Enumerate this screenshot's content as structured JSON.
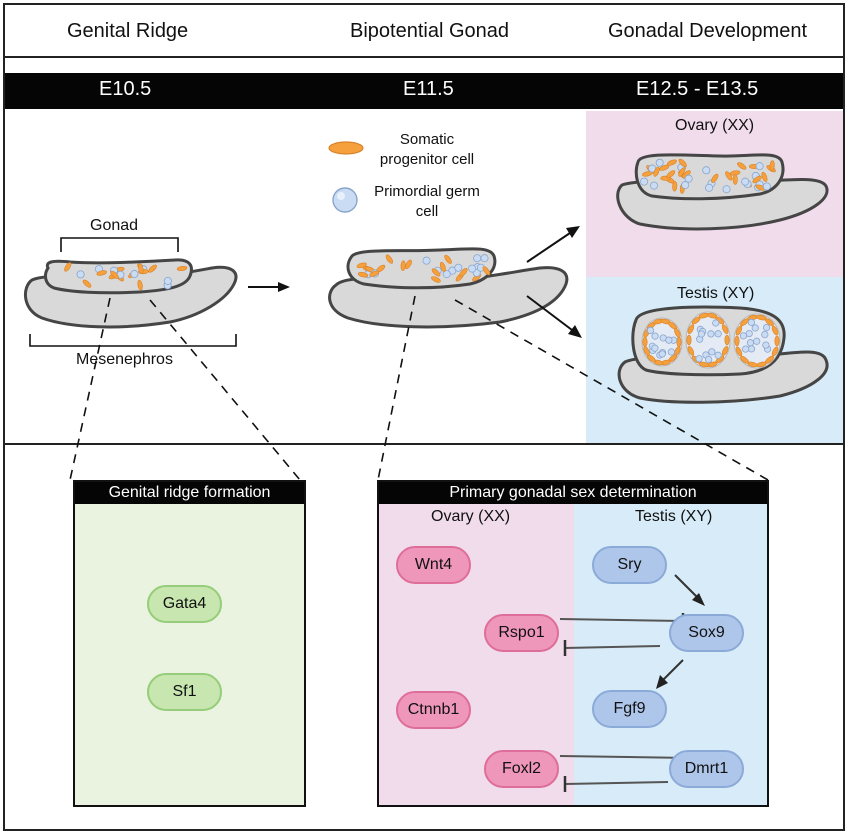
{
  "headers": {
    "genital_ridge": "Genital Ridge",
    "bipotential": "Bipotential Gonad",
    "gonadal_development": "Gonadal Development"
  },
  "stages": {
    "e10": "E10.5",
    "e11": "E11.5",
    "e12": "E12.5 - E13.5"
  },
  "labels": {
    "gonad": "Gonad",
    "mesonephros": "Mesenephros",
    "ovary": "Ovary (XX)",
    "testis": "Testis (XY)"
  },
  "legend": {
    "somatic_line1": "Somatic",
    "somatic_line2": "progenitor cell",
    "germ_line1": "Primordial germ",
    "germ_line2": "cell"
  },
  "panels": {
    "formation_title": "Genital ridge formation",
    "determination_title": "Primary gonadal sex determination",
    "ovary_side": "Ovary (XX)",
    "testis_side": "Testis (XY)"
  },
  "genes": {
    "gata4": "Gata4",
    "sf1": "Sf1",
    "wnt4": "Wnt4",
    "rspo1": "Rspo1",
    "ctnnb1": "Ctnnb1",
    "foxl2": "Foxl2",
    "sry": "Sry",
    "sox9": "Sox9",
    "fgf9": "Fgf9",
    "dmrt1": "Dmrt1"
  },
  "colors": {
    "ovary_bg": "#f1dcec",
    "testis_bg": "#d7ecf8",
    "formation_bg": "#e9f3df",
    "somatic_cell": "#f5a03c",
    "germ_cell": "#c9dcf4",
    "tissue": "#d9d9d9"
  }
}
